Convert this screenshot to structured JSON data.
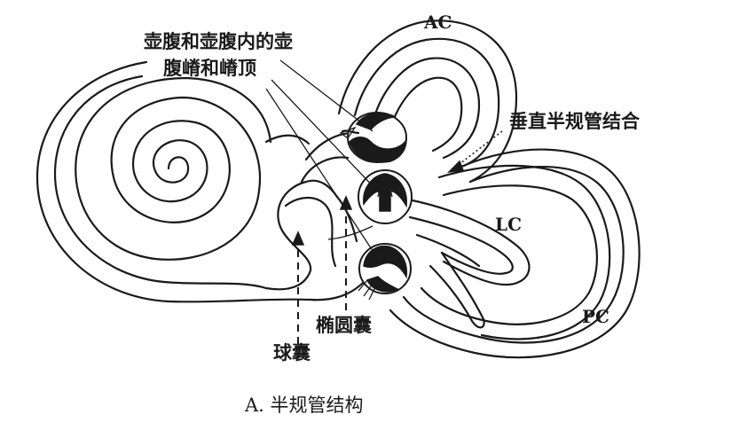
{
  "labels": {
    "ampulla_line1": "壶腹和壶腹内的壶",
    "ampulla_line2": "腹嵴和嵴顶",
    "ac": "AC",
    "vertical_junction": "垂直半规管结合",
    "lc": "LC",
    "pc": "PC",
    "utricle": "椭圆囊",
    "saccule": "球囊"
  },
  "caption": "A. 半规管结构"
}
